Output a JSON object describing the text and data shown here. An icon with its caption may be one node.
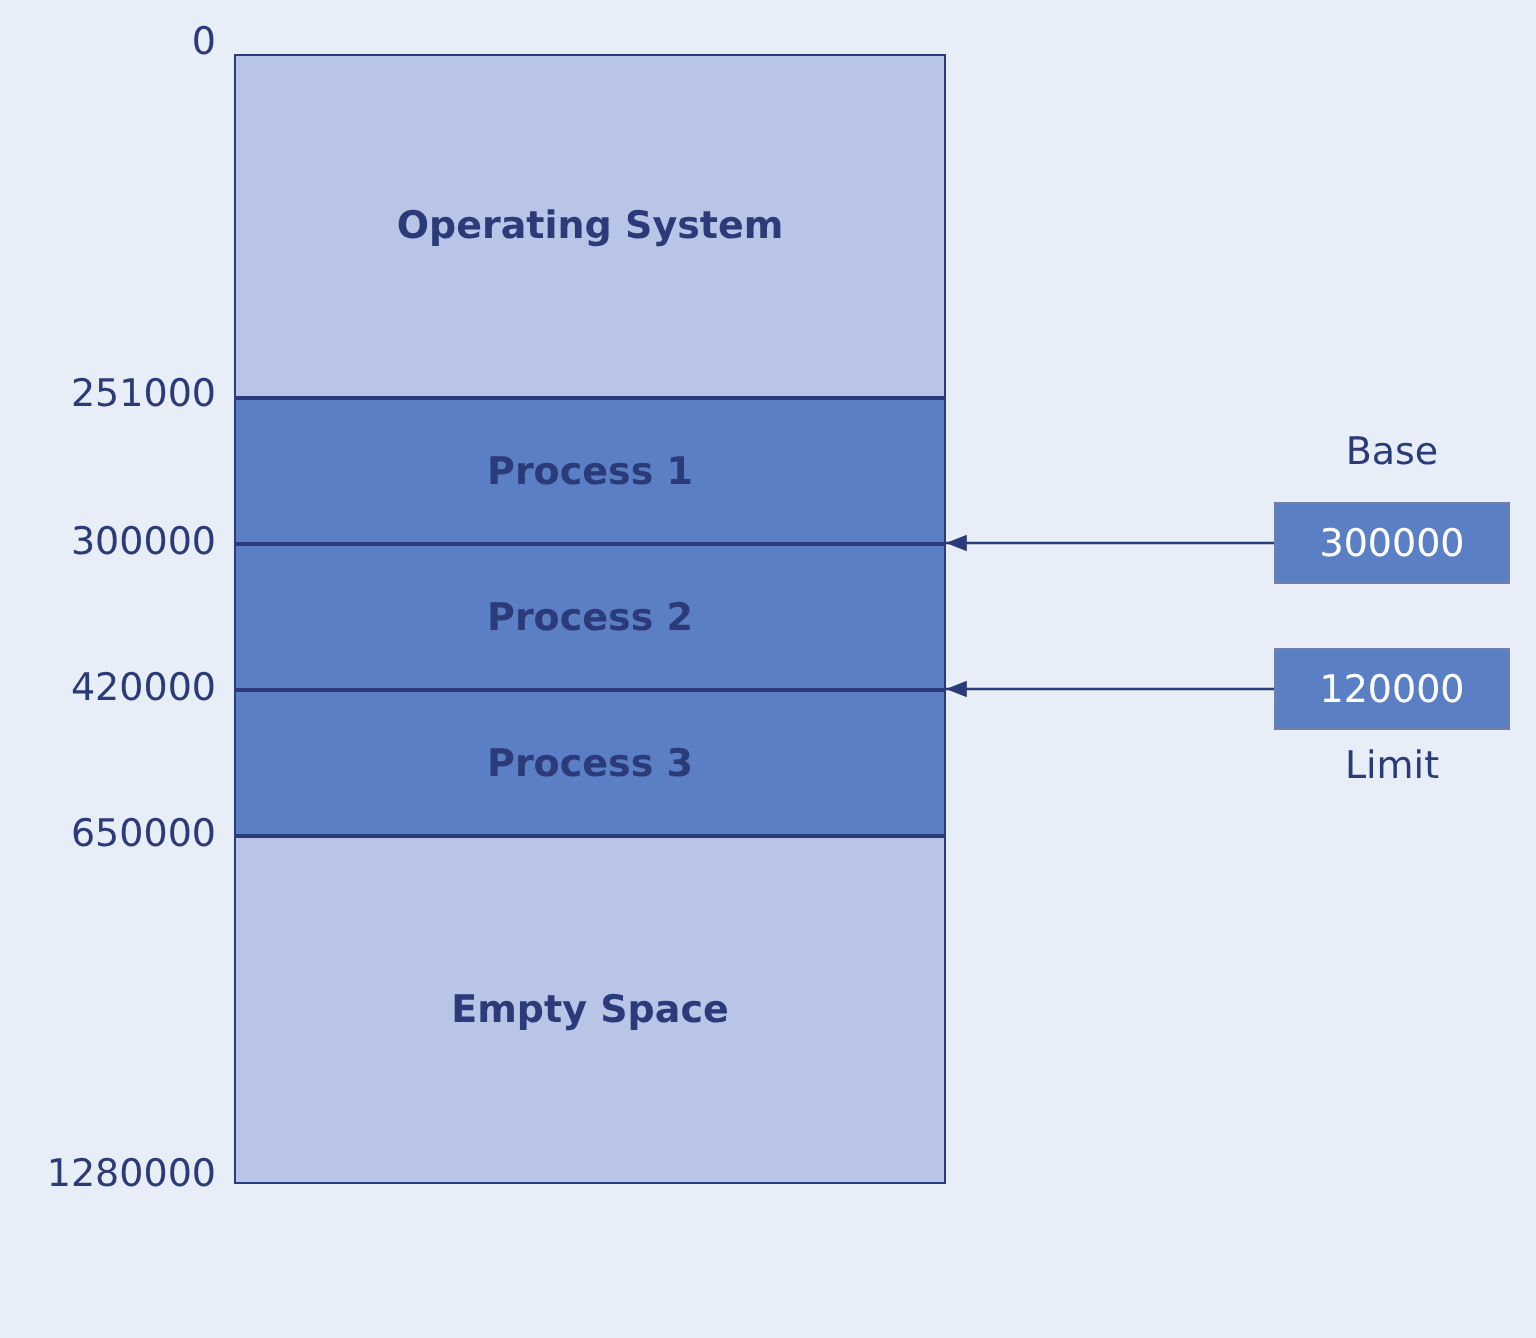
{
  "diagram": {
    "nodes": [
      {
        "text": [
          "Operating System"
        ]
      },
      {
        "text": [
          "Process 1"
        ]
      },
      {
        "text": [
          "Process 2"
        ]
      },
      {
        "text": [
          "Process 3"
        ]
      },
      {
        "text": [
          "Empty Space"
        ]
      },
      {
        "text": [
          "300000"
        ],
        "beside": [
          "Base"
        ]
      },
      {
        "text": [
          "120000"
        ],
        "beside": [
          "Limit"
        ]
      }
    ],
    "edges": [
      {
        "from": 5,
        "to": 1,
        "arrow": "to"
      },
      {
        "from": 6,
        "to": 2,
        "arrow": "to"
      }
    ],
    "labels": [
      "0",
      "251000",
      "300000",
      "420000",
      "650000",
      "1280000"
    ]
  }
}
